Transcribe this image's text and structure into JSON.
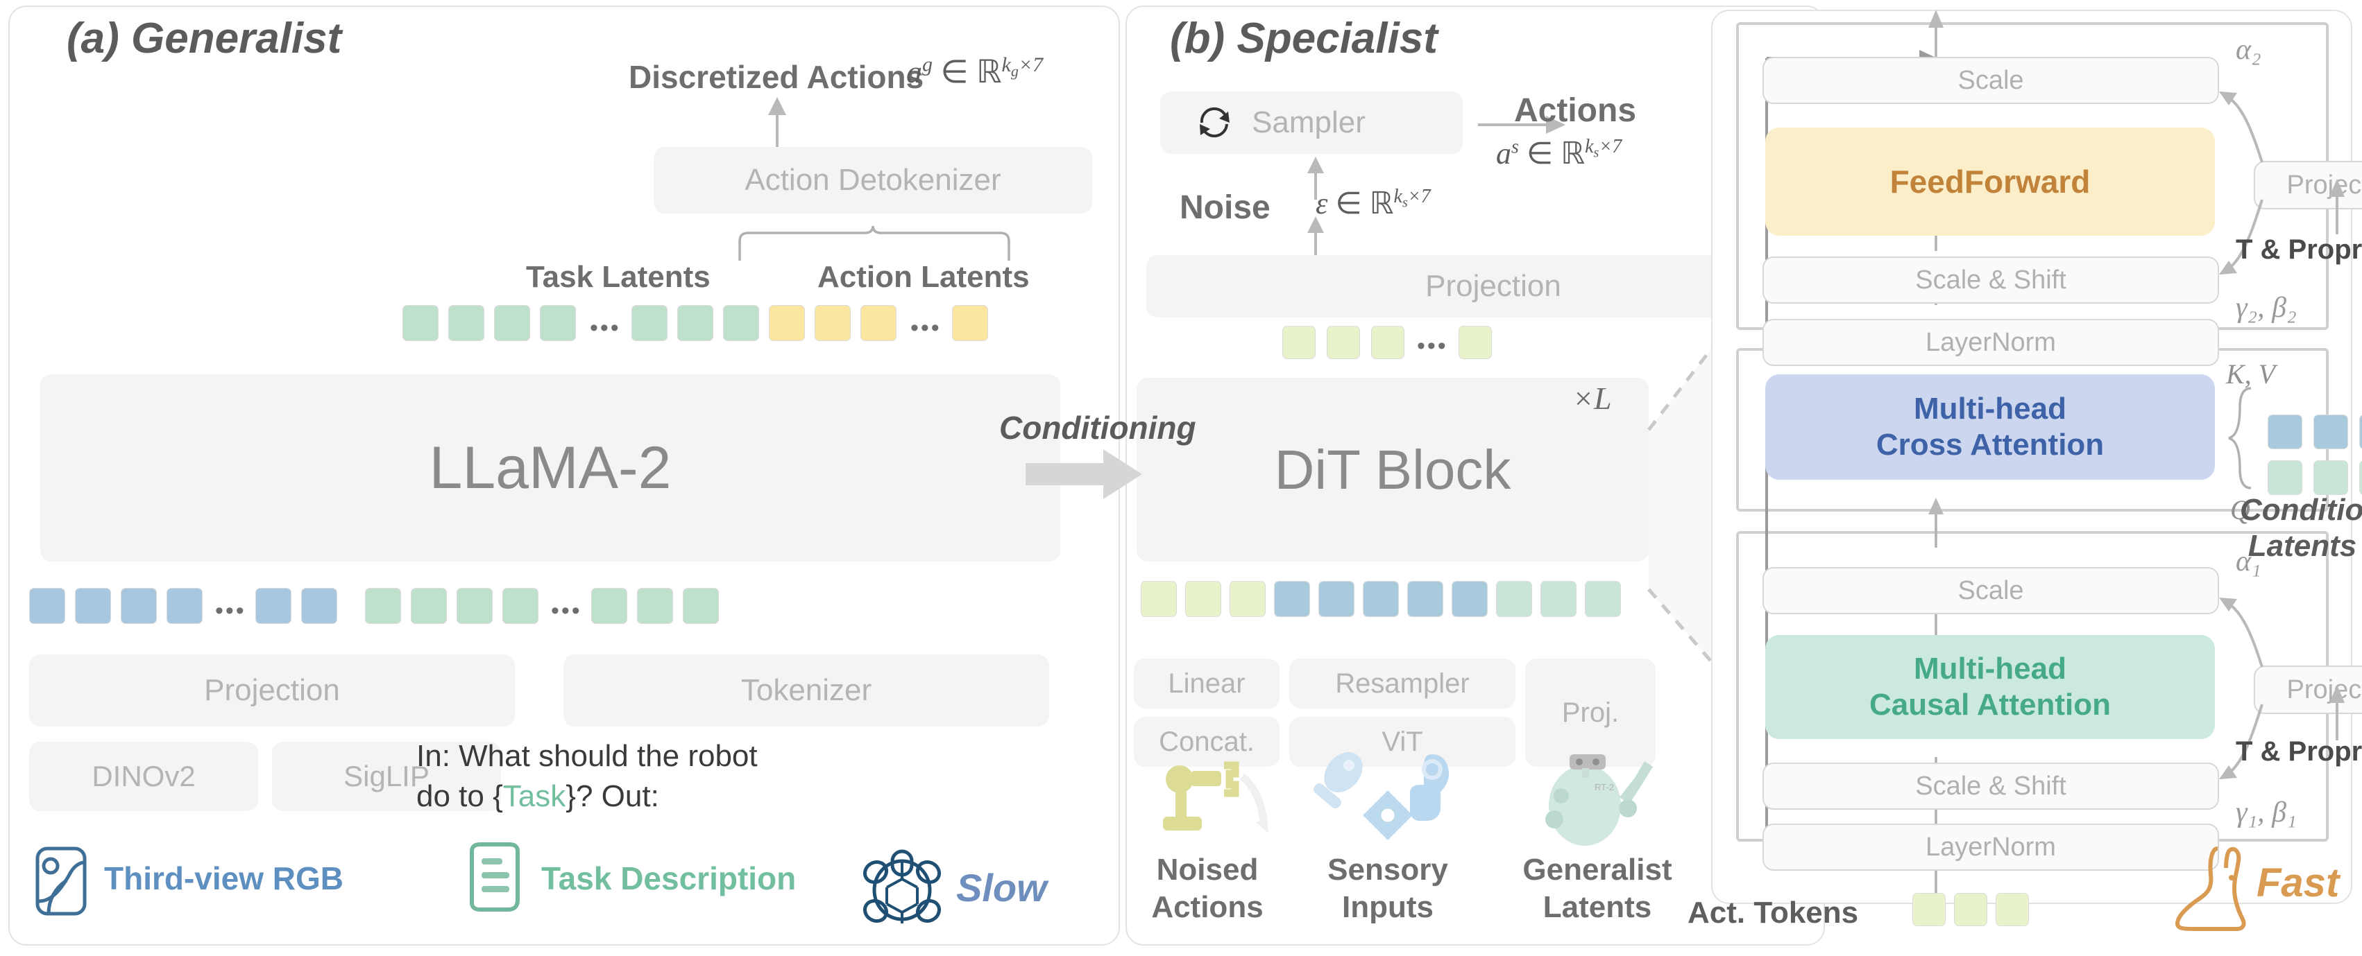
{
  "panels": {
    "a": {
      "title": "(a) Generalist",
      "top_label": "Discretized Actions",
      "top_math": "aᵍ ∈ ℝ^{k_g×7}",
      "detokenizer": "Action Detokenizer",
      "task_latents_label": "Task Latents",
      "action_latents_label": "Action Latents",
      "backbone": "LLaMA-2",
      "projection": "Projection",
      "tokenizer": "Tokenizer",
      "dinov2": "DINOv2",
      "siglip": "SigLIP",
      "prompt_line1_pre": "In: What should the robot",
      "prompt_line2_pre": "do to {",
      "prompt_task": "Task",
      "prompt_line2_post": "}? Out:",
      "input_rgb": "Third-view RGB",
      "input_task": "Task Description",
      "speed": "Slow",
      "ellipsis": "•••"
    },
    "b": {
      "title": "(b) Specialist",
      "sampler": "Sampler",
      "actions": "Actions",
      "actions_math": "aˢ ∈ ℝ^{k_s×7}",
      "noise": "Noise",
      "noise_math": "ε ∈ ℝ^{k_s×7}",
      "projection": "Projection",
      "dit_block": "DiT Block",
      "repeat": "×L",
      "conditioning": "Conditioning",
      "linear": "Linear",
      "concat": "Concat.",
      "resampler": "Resampler",
      "vit": "ViT",
      "proj": "Proj.",
      "noised_actions_l1": "Noised",
      "noised_actions_l2": "Actions",
      "sensory_l1": "Sensory",
      "sensory_l2": "Inputs",
      "generalist_l1": "Generalist",
      "generalist_l2": "Latents"
    },
    "detail": {
      "scale_top": "Scale",
      "feedforward": "FeedForward",
      "scale_shift_top": "Scale & Shift",
      "layernorm_top": "LayerNorm",
      "alpha2": "α₂",
      "gamma_beta2": "γ₂, β₂",
      "projection_top": "Projection",
      "t_proprio_top": "T & Proprio.",
      "cross_attn_l1": "Multi-head",
      "cross_attn_l2": "Cross Attention",
      "kv": "K, V",
      "q": "Q",
      "cond_latents_l1": "Conditioning",
      "cond_latents_l2": "Latents",
      "scale_bottom": "Scale",
      "alpha1": "α₁",
      "causal_attn_l1": "Multi-head",
      "causal_attn_l2": "Causal Attention",
      "scale_shift_bottom": "Scale & Shift",
      "gamma_beta1": "γ₁, β₁",
      "layernorm_bottom": "LayerNorm",
      "projection_bottom": "Projection",
      "t_proprio_bottom": "T & Proprio.",
      "act_tokens": "Act. Tokens",
      "speed": "Fast"
    }
  },
  "colors": {
    "task_latent": "#bfe0cb",
    "action_latent": "#fae6a0",
    "vision_token": "#a8c7de",
    "text_token": "#bfe0cb",
    "noised_token": "#e8f2cb",
    "sensory_token": "#a9cadd",
    "generalist_token": "#c8e6d8",
    "feedforward": "#fbeec9",
    "cross_attention": "#ccd6ef",
    "causal_attention": "#cce9dd",
    "slow": "#6e8fbd",
    "fast": "#d99a52"
  }
}
